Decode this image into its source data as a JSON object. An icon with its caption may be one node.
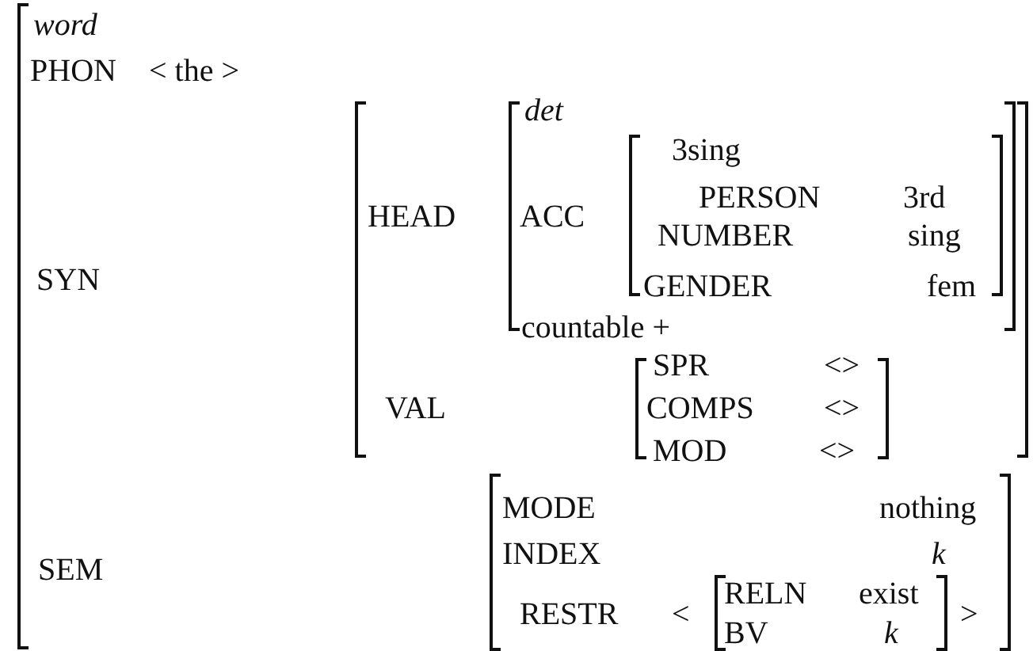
{
  "diagram": {
    "labels": [
      "word",
      "PHON",
      "< the >",
      "det",
      "3sing",
      "HEAD",
      "ACC",
      "PERSON",
      "3rd",
      "NUMBER",
      "sing",
      "SYN",
      "GENDER",
      "fem",
      "countable +",
      "VAL",
      "SPR",
      "<>",
      "COMPS",
      "<>",
      "MOD",
      "<>",
      "MODE",
      "nothing",
      "INDEX",
      "k",
      "SEM",
      "RESTR",
      "<",
      "RELN",
      "exist",
      "BV",
      "k",
      ">"
    ]
  }
}
